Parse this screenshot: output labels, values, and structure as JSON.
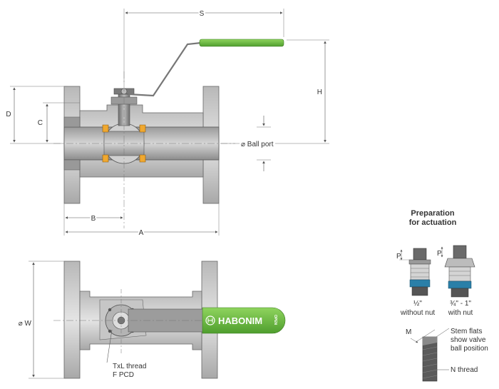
{
  "colors": {
    "handle_green": "#6dbe45",
    "body_gray": "#c8c8c8",
    "body_dark": "#8c8c8c",
    "seat_orange": "#f0a830",
    "seal_blue": "#2a7fa8",
    "line": "#555555"
  },
  "dimensions": {
    "s": "S",
    "h": "H",
    "d": "D",
    "c": "C",
    "b": "B",
    "a": "A",
    "ball_port": "⌀ Ball port",
    "w": "⌀ W"
  },
  "bottom_view": {
    "brand": "HABONIM",
    "open_mark": "OPEN",
    "thread_label_1": "TxL thread",
    "thread_label_2": "F PCD"
  },
  "actuation": {
    "title_line1": "Preparation",
    "title_line2": "for actuation",
    "p_label": "P",
    "size_half": "½\"",
    "without_nut": "without nut",
    "size_range": "¾\" - 1\"",
    "with_nut": "with nut",
    "m_label": "M",
    "stem_flats_1": "Stem flats",
    "stem_flats_2": "show valve",
    "stem_flats_3": "ball position",
    "n_thread": "N thread"
  }
}
